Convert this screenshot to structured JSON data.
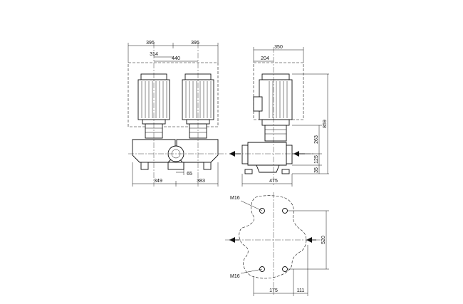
{
  "front_view": {
    "dim_top_left": "395",
    "dim_top_right": "395",
    "dim_motor_offset": "314",
    "dim_axis_spacing": "440",
    "dim_flange_gap": "65",
    "dim_bottom_left": "349",
    "dim_bottom_right": "383"
  },
  "side_view": {
    "dim_width": "350",
    "dim_offset": "204",
    "dim_height_total": "859",
    "dim_height_mid": "263",
    "dim_height_flange": "125",
    "dim_height_base": "35",
    "dim_length": "475"
  },
  "plan_view": {
    "thread_label_top": "M16",
    "thread_label_bottom": "M16",
    "dim_bolt_spacing": "520",
    "dim_left": "175",
    "dim_right": "111"
  }
}
